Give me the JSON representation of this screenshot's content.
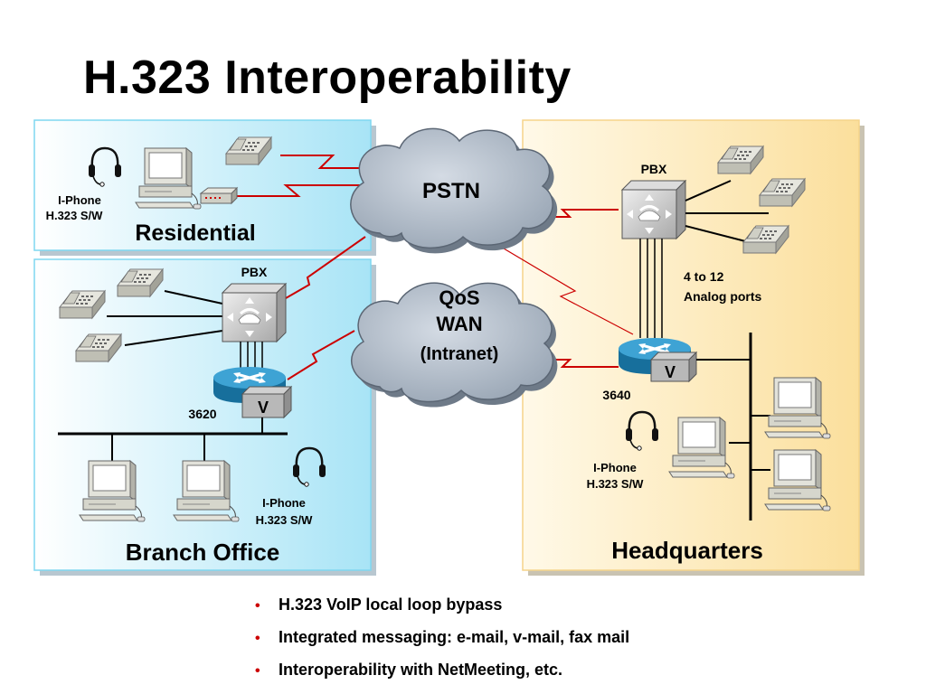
{
  "title": "H.323 Interoperability",
  "regions": {
    "residential": "Residential",
    "branch": "Branch Office",
    "headquarters": "Headquarters"
  },
  "clouds": {
    "pstn": "PSTN",
    "wan_line1": "QoS",
    "wan_line2": "WAN",
    "wan_line3": "(Intranet)"
  },
  "labels": {
    "pbx": "PBX",
    "iphone_line1": "I-Phone",
    "iphone_line2": "H.323 S/W",
    "router_branch": "3620",
    "router_hq": "3640",
    "voice_module": "V",
    "ports_line1": "4 to 12",
    "ports_line2": "Analog ports"
  },
  "bullets": [
    "H.323 VoIP local loop bypass",
    "Integrated messaging: e-mail, v-mail, fax mail",
    "Interoperability with NetMeeting, etc."
  ],
  "colors": {
    "accent_red": "#cc0000",
    "region_blue": "#aee8f8",
    "region_gold": "#fbe3a8",
    "cloud": "#b4bfcc",
    "router": "#1f86b8"
  }
}
